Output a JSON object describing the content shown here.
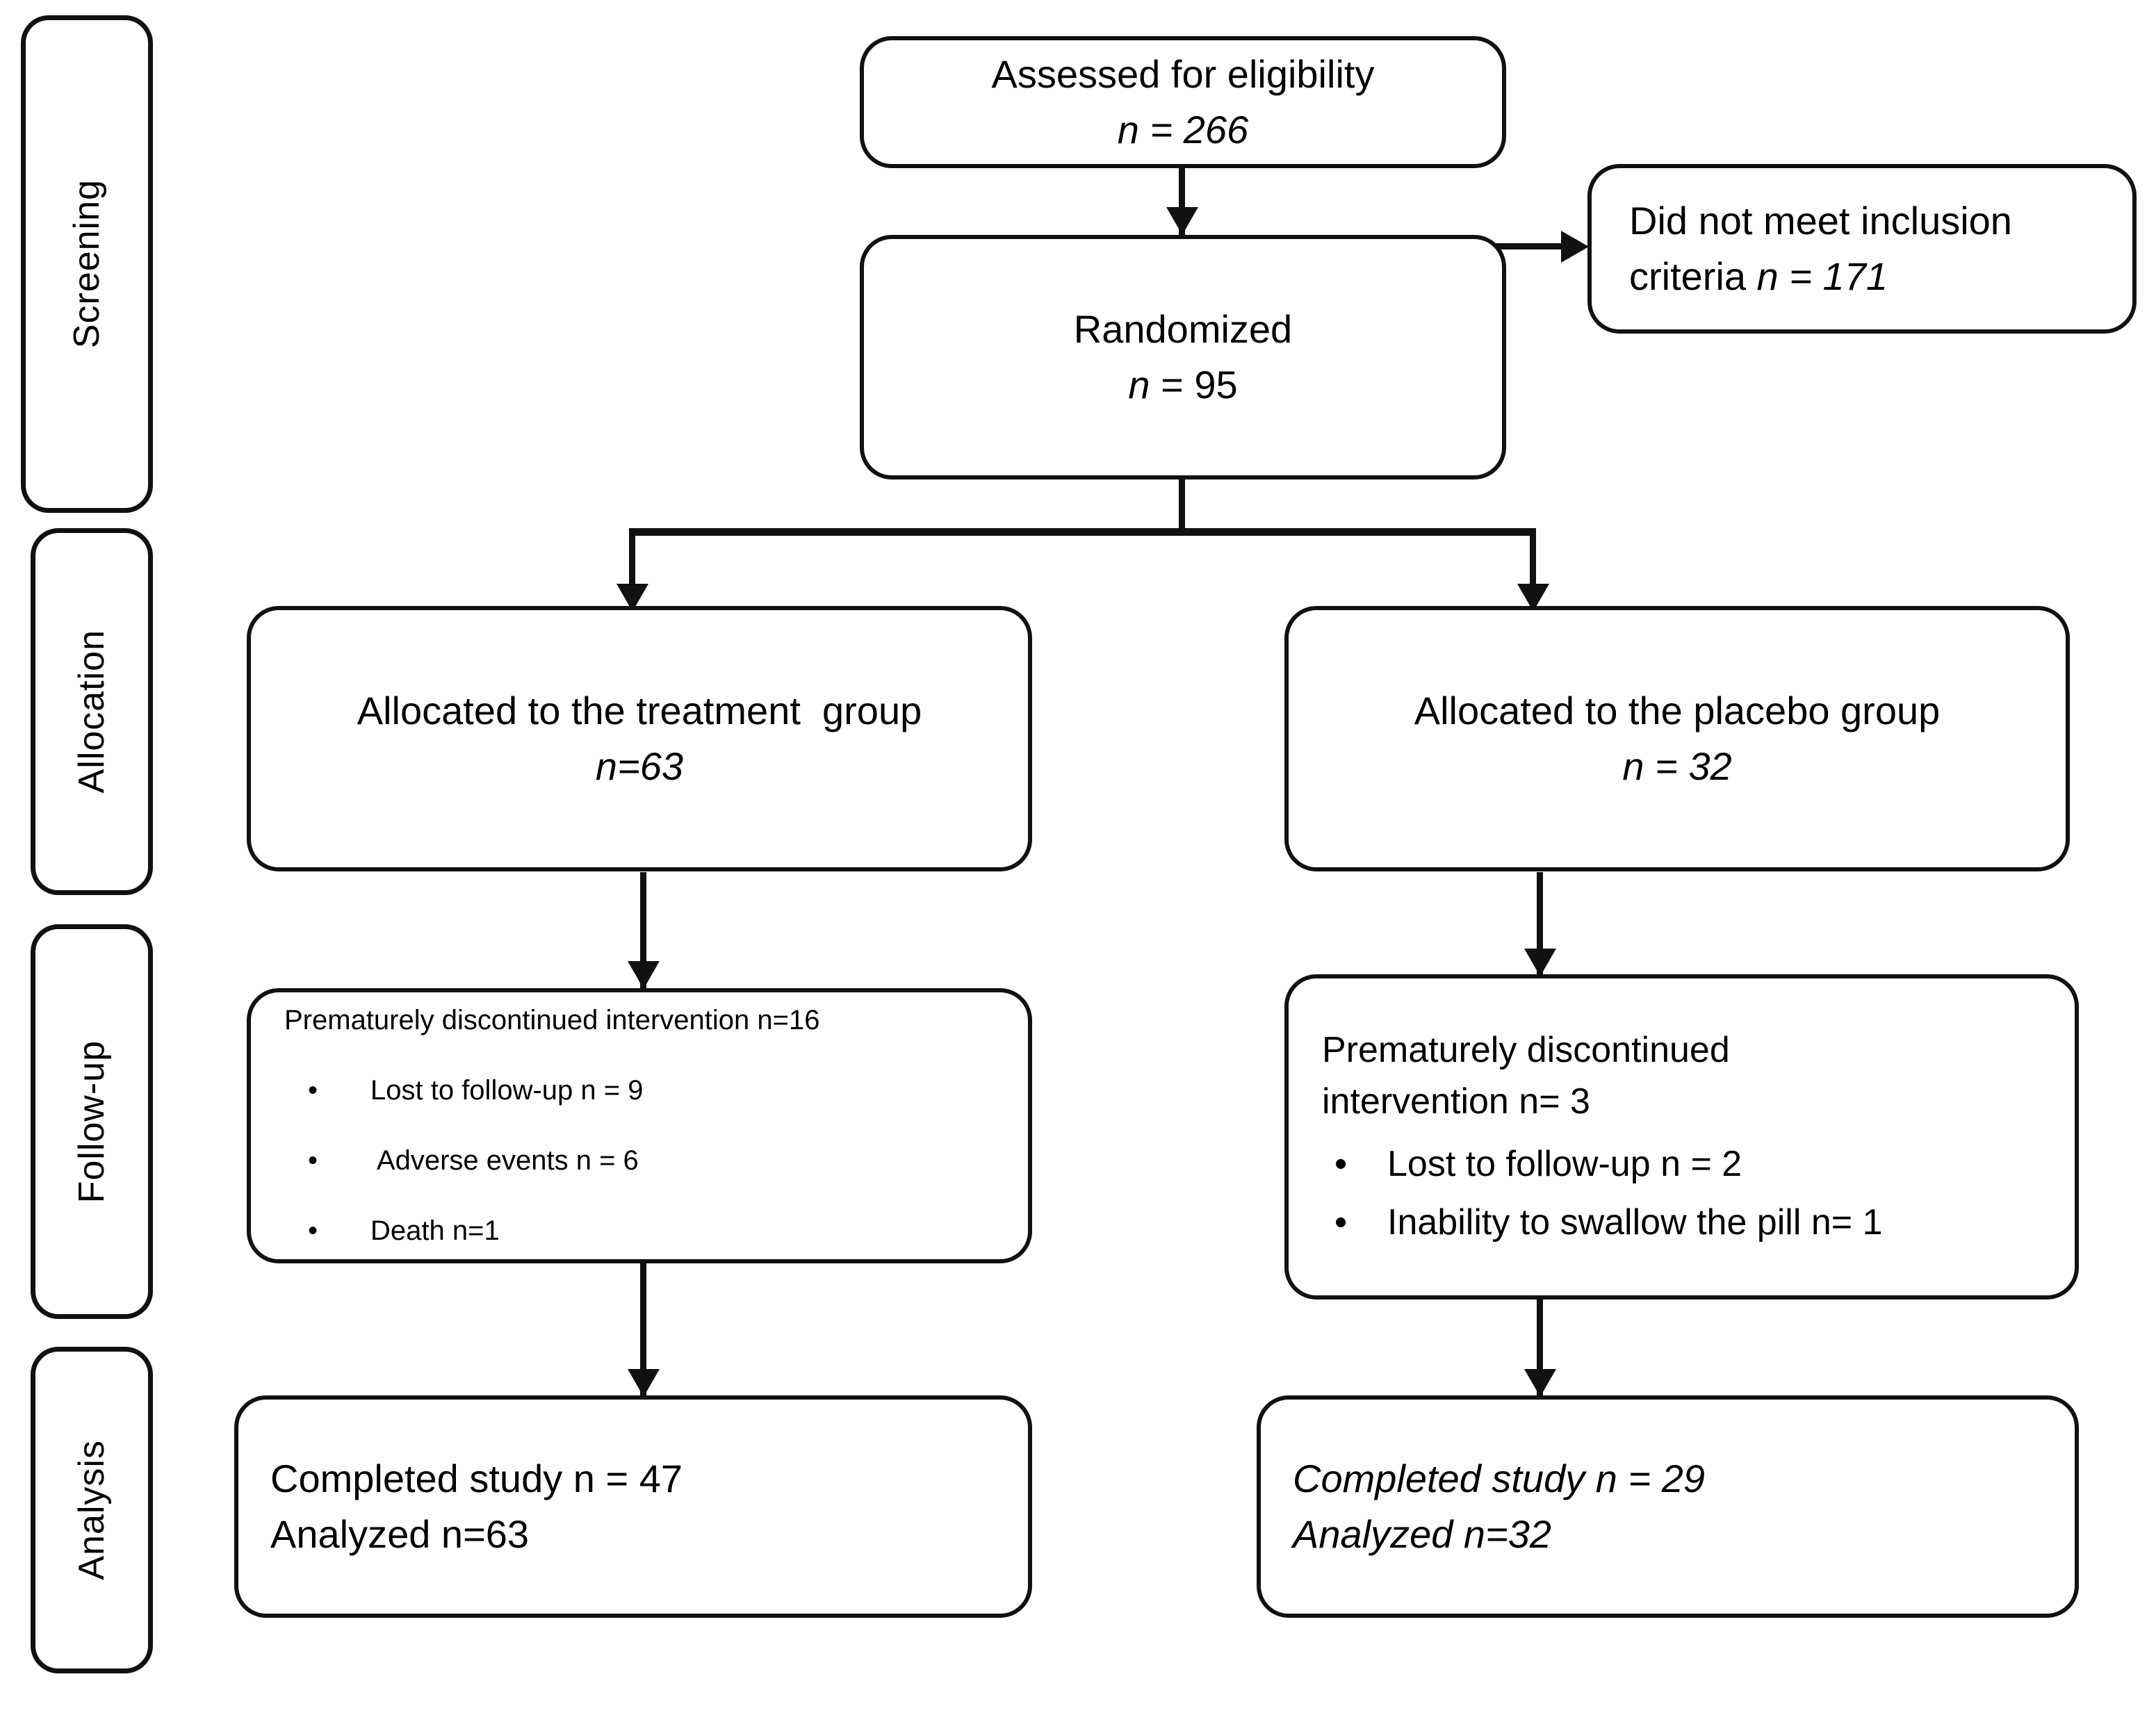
{
  "stages": [
    {
      "label": "Screening"
    },
    {
      "label": "Allocation"
    },
    {
      "label": "Follow-up"
    },
    {
      "label": "Analysis"
    }
  ],
  "nodes": {
    "assessed": {
      "line1": "Assessed for eligibility",
      "line2": "n = 266"
    },
    "excluded": {
      "line1": "Did not meet inclusion",
      "line2_plain": "criteria ",
      "line2_ital": "n = 171"
    },
    "randomized": {
      "line1": "Randomized",
      "line2_ital": "n",
      "line2_plain": " = 95"
    },
    "alloc_treatment": {
      "line1": "Allocated to the treatment  group",
      "line2": "n=63"
    },
    "alloc_placebo": {
      "line1": "Allocated to the placebo group",
      "line2": "n = 32"
    },
    "followup_treatment": {
      "header": "Prematurely discontinued intervention n=16",
      "bullet_glyph": "•",
      "items": [
        "Lost to follow-up n = 9",
        " Adverse events n = 6",
        "Death n=1"
      ]
    },
    "followup_placebo": {
      "header_line1": "Prematurely discontinued",
      "header_line2": "intervention n= 3",
      "bullet_glyph": "•",
      "items": [
        "Lost to follow-up n = 2",
        "Inability to swallow the pill n= 1"
      ]
    },
    "analysis_treatment": {
      "line1": "Completed study n = 47",
      "line2": "Analyzed n=63"
    },
    "analysis_placebo": {
      "line1": "Completed study n = 29",
      "line2": "Analyzed n=32"
    }
  },
  "colors": {
    "stroke": "#111111",
    "background": "#ffffff"
  }
}
